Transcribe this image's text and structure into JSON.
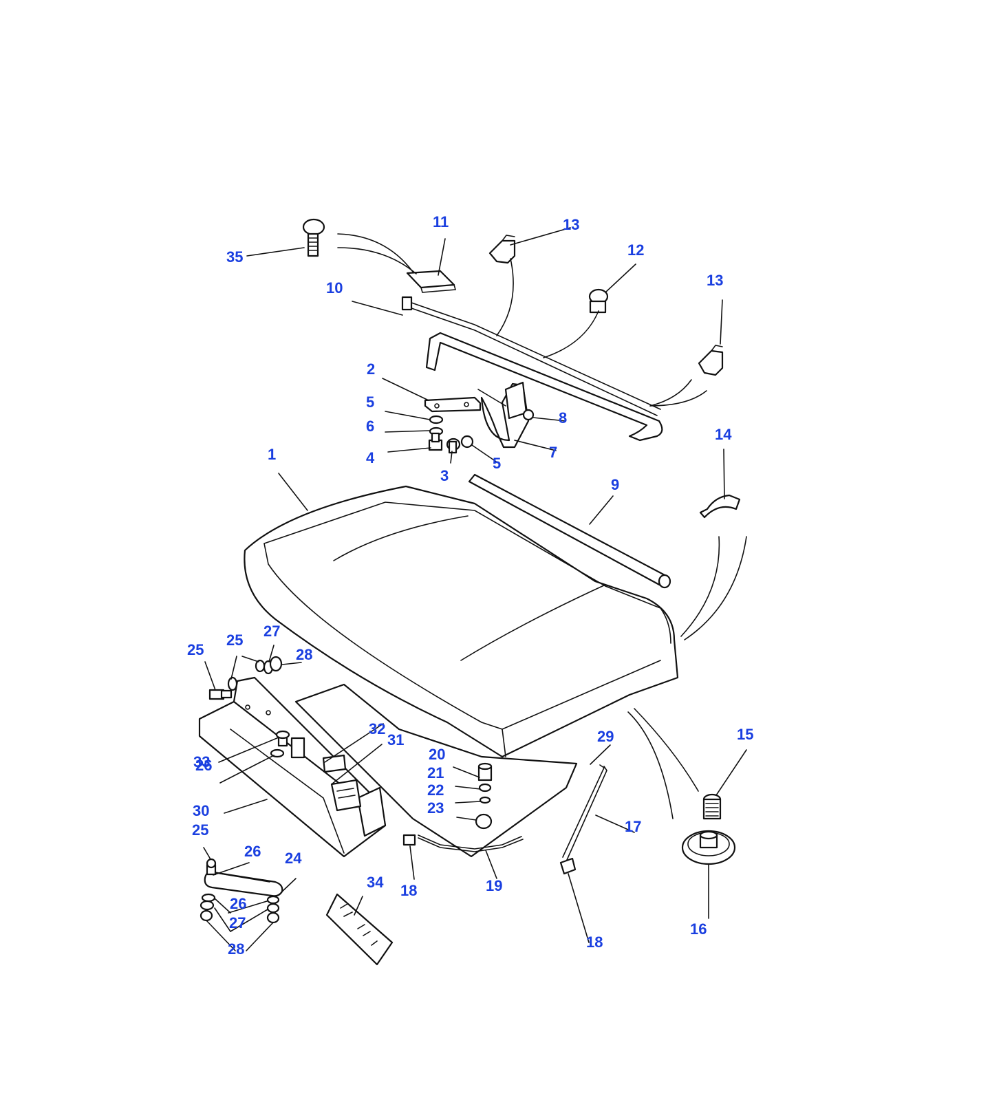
{
  "callouts": [
    {
      "id": "c1",
      "text": "1"
    },
    {
      "id": "c2",
      "text": "2"
    },
    {
      "id": "c3",
      "text": "3"
    },
    {
      "id": "c4",
      "text": "4"
    },
    {
      "id": "c5a",
      "text": "5"
    },
    {
      "id": "c5b",
      "text": "5"
    },
    {
      "id": "c6",
      "text": "6"
    },
    {
      "id": "c7",
      "text": "7"
    },
    {
      "id": "c8",
      "text": "8"
    },
    {
      "id": "c9",
      "text": "9"
    },
    {
      "id": "c10",
      "text": "10"
    },
    {
      "id": "c11",
      "text": "11"
    },
    {
      "id": "c12",
      "text": "12"
    },
    {
      "id": "c13a",
      "text": "13"
    },
    {
      "id": "c13b",
      "text": "13"
    },
    {
      "id": "c14",
      "text": "14"
    },
    {
      "id": "c15",
      "text": "15"
    },
    {
      "id": "c16",
      "text": "16"
    },
    {
      "id": "c17",
      "text": "17"
    },
    {
      "id": "c18a",
      "text": "18"
    },
    {
      "id": "c18b",
      "text": "18"
    },
    {
      "id": "c19",
      "text": "19"
    },
    {
      "id": "c20",
      "text": "20"
    },
    {
      "id": "c21",
      "text": "21"
    },
    {
      "id": "c22",
      "text": "22"
    },
    {
      "id": "c23",
      "text": "23"
    },
    {
      "id": "c24",
      "text": "24"
    },
    {
      "id": "c25a",
      "text": "25"
    },
    {
      "id": "c25b",
      "text": "25"
    },
    {
      "id": "c25c",
      "text": "25"
    },
    {
      "id": "c26a",
      "text": "26"
    },
    {
      "id": "c26b",
      "text": "26"
    },
    {
      "id": "c26c",
      "text": "26"
    },
    {
      "id": "c27a",
      "text": "27"
    },
    {
      "id": "c27b",
      "text": "27"
    },
    {
      "id": "c28a",
      "text": "28"
    },
    {
      "id": "c28b",
      "text": "28"
    },
    {
      "id": "c29",
      "text": "29"
    },
    {
      "id": "c30",
      "text": "30"
    },
    {
      "id": "c31",
      "text": "31"
    },
    {
      "id": "c32",
      "text": "32"
    },
    {
      "id": "c33",
      "text": "33"
    },
    {
      "id": "c34",
      "text": "34"
    },
    {
      "id": "c35",
      "text": "35"
    }
  ],
  "colors": {
    "callout": "#1a3fe0",
    "line": "#111111",
    "background": "#ffffff"
  }
}
